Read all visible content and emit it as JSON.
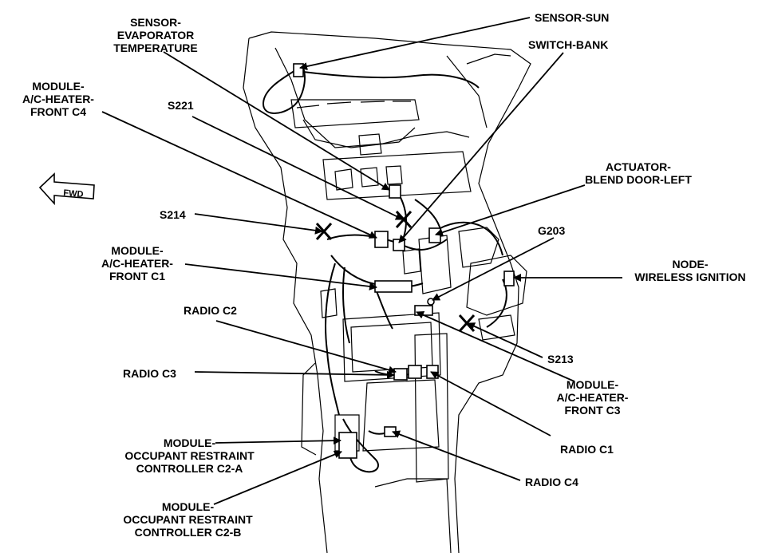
{
  "callouts": {
    "sensor_evap": "SENSOR-\nEVAPORATOR\nTEMPERATURE",
    "sensor_sun": "SENSOR-SUN",
    "switch_bank": "SWITCH-BANK",
    "module_ac_c4": "MODULE-\nA/C-HEATER-\nFRONT C4",
    "s221": "S221",
    "actuator_blend": "ACTUATOR-\nBLEND DOOR-LEFT",
    "s214": "S214",
    "g203": "G203",
    "module_ac_c1": "MODULE-\nA/C-HEATER-\nFRONT C1",
    "node_wireless": "NODE-\nWIRELESS IGNITION",
    "radio_c2": "RADIO C2",
    "s213": "S213",
    "radio_c3": "RADIO C3",
    "module_ac_c3": "MODULE-\nA/C-HEATER-\nFRONT C3",
    "radio_c1": "RADIO C1",
    "module_orc_c2a": "MODULE-\nOCCUPANT RESTRAINT\nCONTROLLER C2-A",
    "radio_c4": "RADIO C4",
    "module_orc_c2b": "MODULE-\nOCCUPANT RESTRAINT\nCONTROLLER C2-B"
  },
  "fwd_arrow_label": "FWD"
}
